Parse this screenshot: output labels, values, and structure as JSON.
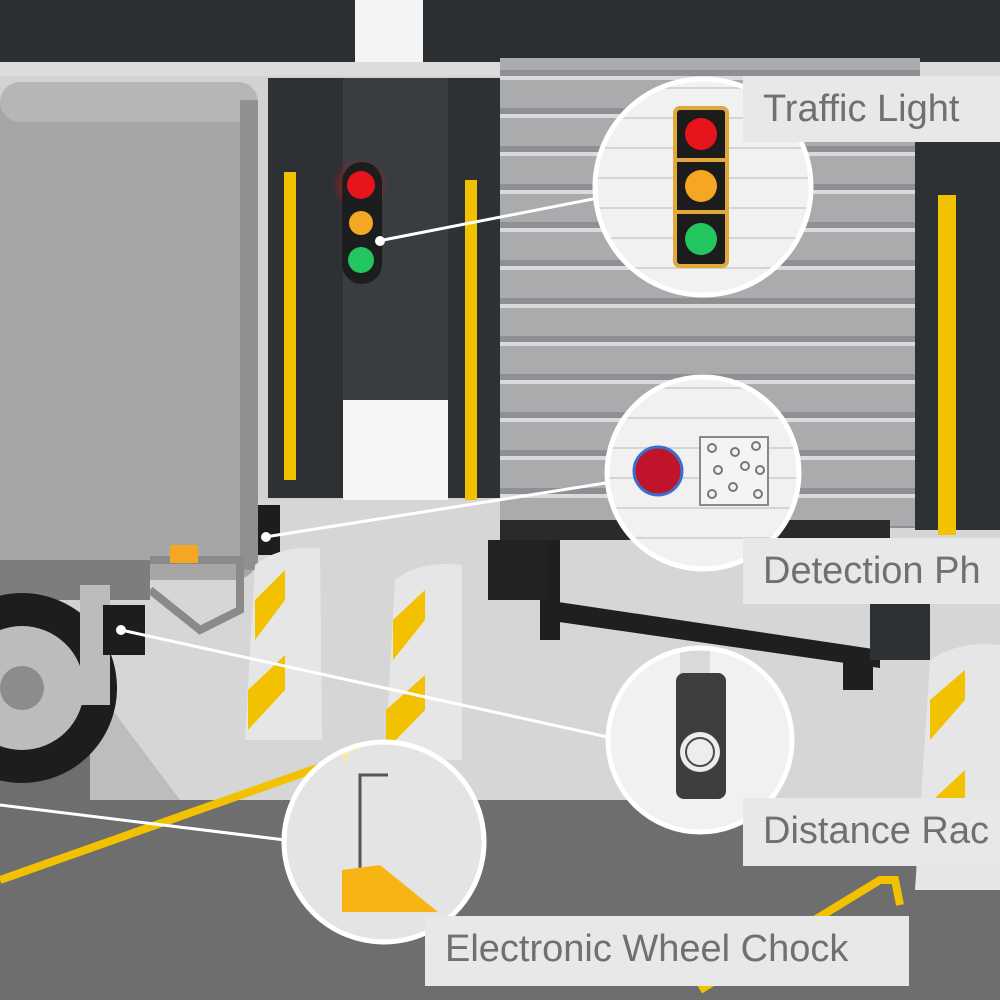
{
  "callouts": {
    "traffic_light": "Traffic Light",
    "detection_photocell": "Detection Ph",
    "distance_radar": "Distance Rac",
    "wheel_chock": "Electronic Wheel Chock"
  },
  "colors": {
    "accent_yellow": "#f2c200",
    "signal_red": "#e8141c",
    "signal_amber": "#f5a623",
    "signal_green": "#22c55e",
    "photocell_red": "#c0142a",
    "dock_dark": "#2d3133"
  }
}
